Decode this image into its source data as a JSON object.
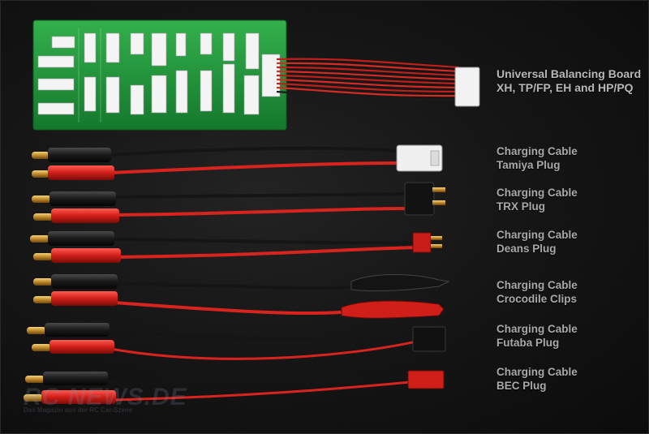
{
  "labels": [
    {
      "line1": "Universal Balancing Board",
      "line2": "XH, TP/FP, EH and HP/PQ"
    },
    {
      "line1": "Charging Cable",
      "line2": "Tamiya Plug"
    },
    {
      "line1": "Charging Cable",
      "line2": "TRX Plug"
    },
    {
      "line1": "Charging Cable",
      "line2": "Deans Plug"
    },
    {
      "line1": "Charging Cable",
      "line2": "Crocodile Clips"
    },
    {
      "line1": "Charging Cable",
      "line2": "Futaba Plug"
    },
    {
      "line1": "Charging Cable",
      "line2": "BEC Plug"
    }
  ],
  "watermark": {
    "brand": "RC NEWS.DE",
    "tagline": "Das Magazin aus der RC Car-Szene"
  },
  "colors": {
    "board": "#1f9a3a",
    "wire_red": "#d8241e",
    "wire_black": "#151515",
    "connector_white": "#efefef",
    "text": "#a9a9a9"
  }
}
